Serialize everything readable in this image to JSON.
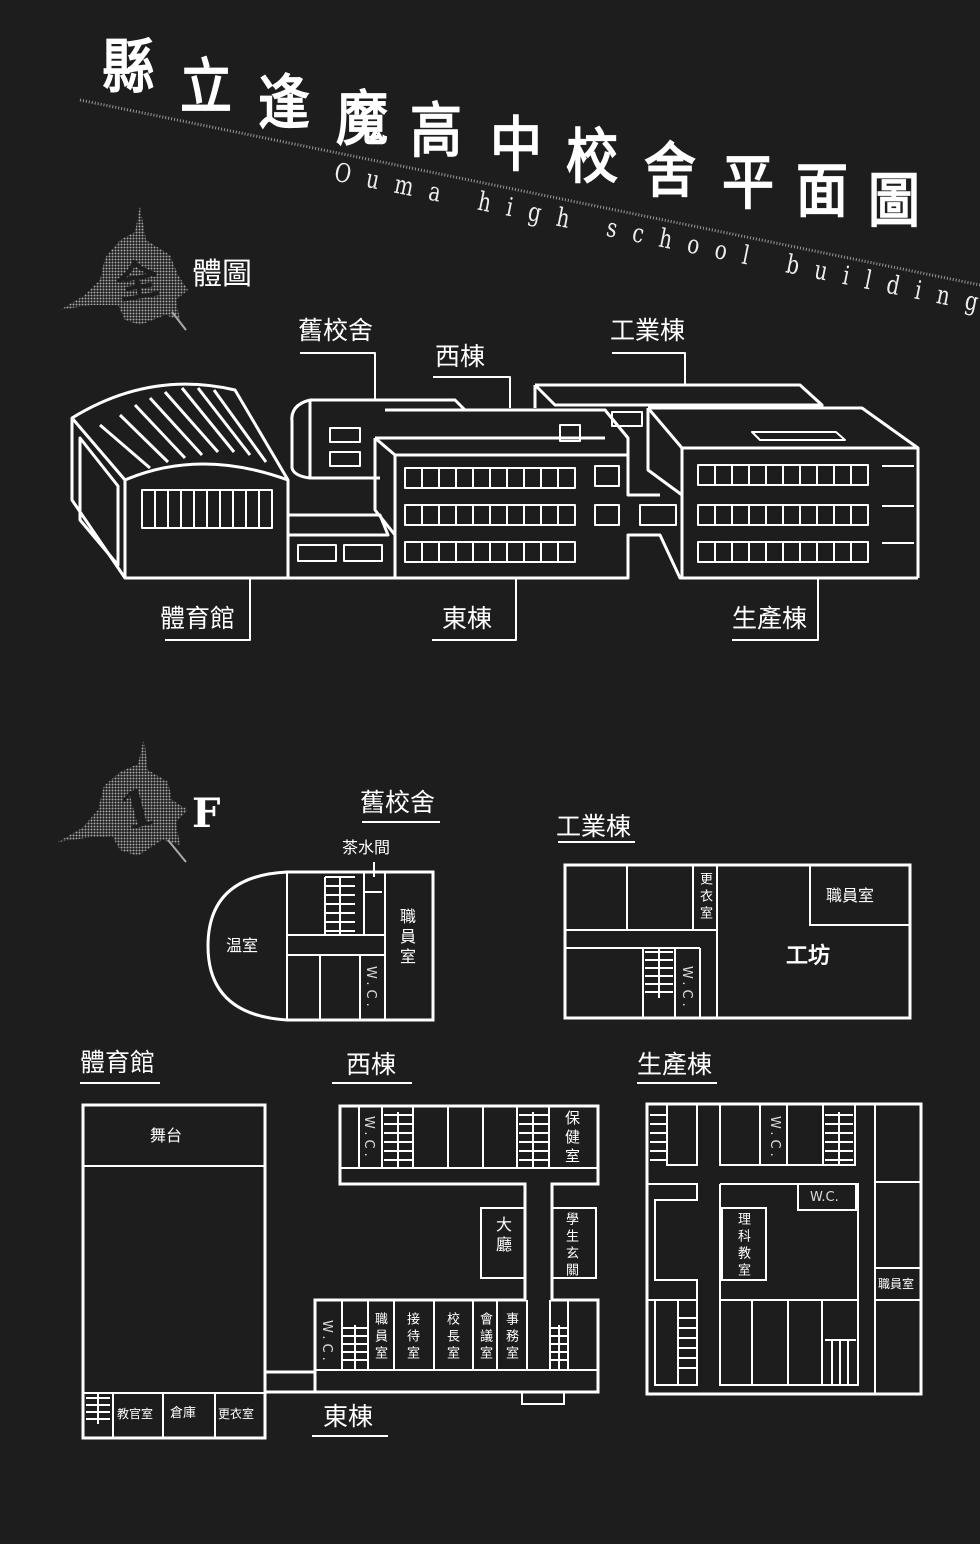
{
  "header": {
    "title_chars": [
      "縣",
      "立",
      "逢",
      "魔",
      "高",
      "中",
      "校",
      "舍",
      "平",
      "面",
      "圖"
    ],
    "subtitle": "Ouma high school building map"
  },
  "overview": {
    "badge": "全",
    "heading": "體圖",
    "labels": {
      "old_building": "舊校舍",
      "west_wing": "西棟",
      "industrial_wing": "工業棟",
      "gymnasium": "體育館",
      "east_wing": "東棟",
      "production_wing": "生產棟"
    }
  },
  "floor1": {
    "badge": "1",
    "badge_suffix": "F",
    "old_building": {
      "title": "舊校舍",
      "tea_room": "茶水間",
      "greenhouse": "温室",
      "staff_room": "職員室",
      "wc": "W.C."
    },
    "industrial_wing": {
      "title": "工業棟",
      "locker_room": "更衣室",
      "staff_room": "職員室",
      "workshop": "工坊",
      "wc": "W.C."
    },
    "gymnasium": {
      "title": "體育館",
      "stage": "舞台",
      "instructor_room": "教官室",
      "storage": "倉庫",
      "locker_room": "更衣室"
    },
    "west_wing": {
      "title": "西棟",
      "wc": "W.C.",
      "infirmary": "保健室",
      "hall": "大廳",
      "student_entrance": "學生玄關"
    },
    "east_wing": {
      "title": "東棟",
      "wc": "W.C.",
      "rooms": [
        "職員室",
        "接待室",
        "校長室",
        "會議室",
        "事務室"
      ]
    },
    "production_wing": {
      "title": "生產棟",
      "wc_top": "W.C.",
      "wc_inner": "W.C.",
      "science_room": "理科教室",
      "staff_room": "職員室"
    }
  },
  "colors": {
    "background": "#1d1d1d",
    "line": "#ffffff",
    "splash": "#9a9a9a"
  }
}
